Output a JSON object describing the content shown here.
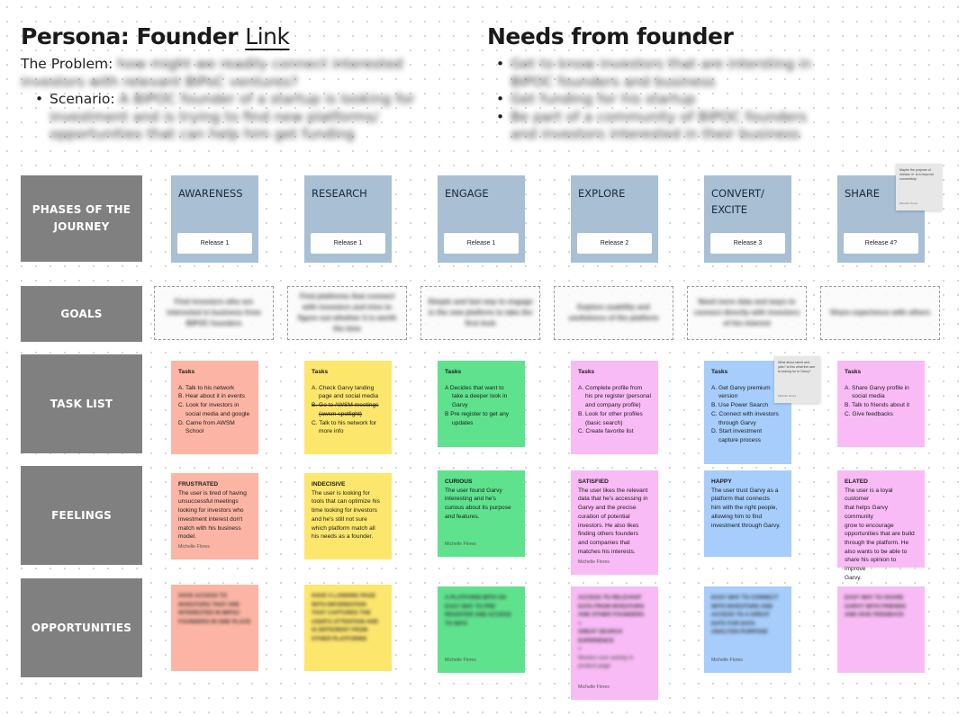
{
  "header": {
    "persona_prefix": "Persona: Founder ",
    "persona_link": "Link",
    "problem_label": "The Problem: ",
    "problem_text_1": "how might we readily connect interested",
    "problem_text_2": "investors with relevant BIPoC ventures?",
    "scenario_label": "Scenario: ",
    "scenario_text_1": "A BIPOC founder of a startup is looking for",
    "scenario_text_2": "investment and is trying to find new platforms/",
    "scenario_text_3": "opportunities that can help him get funding",
    "needs_title": "Needs from founder",
    "needs": [
      {
        "l1": "Get to know investors that are intersting in",
        "l2": "BIPOC founders and business"
      },
      {
        "l1": "Get funding for his startup",
        "l2": ""
      },
      {
        "l1": "Be part of a community of BIPOC founders",
        "l2": "and investors interested in their business"
      }
    ]
  },
  "rows": {
    "phases": "PHASES OF THE JOURNEY",
    "goals": "GOALS",
    "tasks": "TASK LIST",
    "feelings": "FEELINGS",
    "opportunities": "OPPORTUNITIES"
  },
  "phases": [
    {
      "name": "AWARENESS",
      "release": "Release 1"
    },
    {
      "name": "RESEARCH",
      "release": "Release 1"
    },
    {
      "name": "ENGAGE",
      "release": "Release 1"
    },
    {
      "name": "EXPLORE",
      "release": "Release 2"
    },
    {
      "name": "CONVERT/ EXCITE",
      "release": "Release 3"
    },
    {
      "name": "SHARE",
      "release": "Release 4?"
    }
  ],
  "goals": [
    "Find investors who are interested in business from BIPOC founders",
    "Find platforms that connect with investors and tries to figure out whether it is worth the time",
    "Simple and fast way to engage in the new platform to take the first look",
    "Explore usability and usefulness of the platform",
    "Need more data and ways to connect directly with investors of his interest",
    "Share experience with others"
  ],
  "tasks": [
    {
      "title": "Tasks",
      "l1": "A.  Talk to his network",
      "l2": "B.  Hear about it in events",
      "l3": "C.  Look for investors in",
      "l4": "social media and google",
      "l5": "D.  Came from AWSM",
      "l6": "School",
      "l7": ""
    },
    {
      "title": "Tasks",
      "l1": "A.  Check Garvy landing",
      "l2": "page and social media",
      "l3": "B.  Go to AWSM meetings",
      "l4": "(awsm spotlight)",
      "l5": "C.  Talk to his network for",
      "l6": "more info",
      "l7": ""
    },
    {
      "title": "Tasks",
      "l1": "A  Decides that want to",
      "l2": "take a deeper look in",
      "l3": "Garvy",
      "l4": "B  Pre register to get any",
      "l5": "updates",
      "l6": "",
      "l7": ""
    },
    {
      "title": "Tasks",
      "l1": "A.  Complete profile from",
      "l2": "his pre register (personal",
      "l3": "and company profile)",
      "l4": "B.  Look for other profiles",
      "l5": "(basic search)",
      "l6": "C.  Create favorite list",
      "l7": ""
    },
    {
      "title": "Tasks",
      "l1": "A.  Get Garvy premium",
      "l2": "version",
      "l3": "B.  Use Power Search",
      "l4": "C.  Connect with investors",
      "l5": "through Garvy",
      "l6": "D.  Start investment",
      "l7": "capture process"
    },
    {
      "title": "Tasks",
      "l1": "A.  Share Garvy profile in",
      "l2": "social media",
      "l3": "B.  Talk to friends about it",
      "l4": "C.  Give feedbacks",
      "l5": "",
      "l6": "",
      "l7": ""
    }
  ],
  "feelings": [
    {
      "feel": "FRUSTRATED",
      "lines": [
        "The user is tired of having",
        "unsuccessful meetings",
        "looking for investors who",
        "investment interest don't",
        "match with his business",
        "model."
      ],
      "author": "Michelle Flores"
    },
    {
      "feel": "INDECISIVE",
      "lines": [
        "The user is looking for",
        "tools that can optimize his",
        "time looking for investors",
        "and he's still not sure",
        "which platform match all",
        "his needs as a founder."
      ],
      "author": ""
    },
    {
      "feel": "CURIOUS",
      "lines": [
        "The user found Garvy",
        "interesting and he's",
        "curious about its purpose",
        "and features.",
        "",
        ""
      ],
      "author": "Michelle Flores"
    },
    {
      "feel": "SATISFIED",
      "lines": [
        "The user likes the relevant",
        "data that he's accessing in",
        "Garvy and the precise",
        "curation of potential",
        "investors. He also likes",
        "finding others founders",
        "and companies that",
        "matches his interests."
      ],
      "author": "Michelle Flores"
    },
    {
      "feel": "HAPPY",
      "lines": [
        "The user trust Garvy as a",
        "platform that connects",
        "him with the right people,",
        "allowing him to find",
        "investment through Garvy.",
        ""
      ],
      "author": ""
    },
    {
      "feel": "ELATED",
      "lines": [
        "The user is a loyal customer",
        "that helps Garvy community",
        "grow to encourage",
        "opportunities that are build",
        "through the platform. He",
        "also wants to be able to",
        "share his opinion to improve",
        "Garvy."
      ],
      "author": ""
    }
  ],
  "opportunities": [
    {
      "lines": [
        "HAVE ACCESS TO",
        "INVESTORS THAT ARE",
        "INTERESTED IN BIPOC",
        "FOUNDERS IN ONE PLACE"
      ],
      "author": ""
    },
    {
      "lines": [
        "HAVE A LANDING PAGE",
        "WITH INFORMATION",
        "THAT CAPTURES THE",
        "USER'S ATTENTION AND",
        "IS DIFFERENT FROM",
        "OTHER PLATFORMS"
      ],
      "author": ""
    },
    {
      "lines": [
        "A PLATFORM WITH AN",
        "EASY WAY TO PRE",
        "REGISTER AND ACCESS",
        "TO INFO"
      ],
      "author": "Michelle Flores"
    },
    {
      "lines": [
        "ACCESS TO RELEVANT",
        "DATA FROM INVESTORS",
        "AND OTHER FOUNDERS",
        "+",
        "GREAT SEARCH",
        "EXPERIENCE",
        "+",
        "Monitor user activity in",
        "product page"
      ],
      "author": "Michelle Flores"
    },
    {
      "lines": [
        "EASY WAY TO CONNECT",
        "WITH INVESTORS AND",
        "ACCESS TO A GREAT",
        "DATA FOR DATA",
        "ANALYSIS PURPOSE"
      ],
      "author": "Michelle Flores"
    },
    {
      "lines": [
        "EASY WAY TO SHARE",
        "GARVY WITH FRIENDS",
        "AND GIVE FEEDBACK"
      ],
      "author": ""
    }
  ],
  "notes": {
    "share_note": "Maybe the purpose of release 4+ is to improve connectivity",
    "share_author": "Michelle Flores",
    "convert_note": "What about talent and jobs? Is this what the user is looking for in Garvy?",
    "convert_author": "Michelle Flores"
  }
}
